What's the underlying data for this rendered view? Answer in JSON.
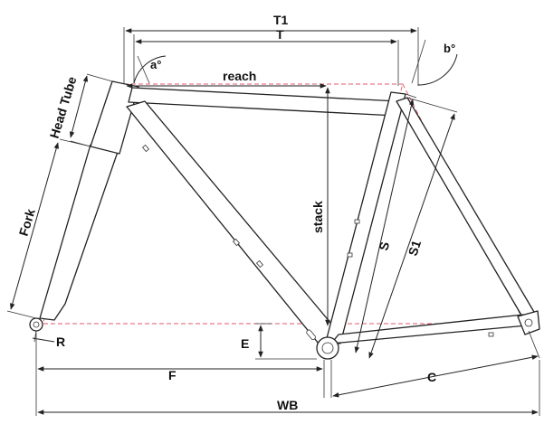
{
  "labels": {
    "t1": "T1",
    "t": "T",
    "a_angle": "a°",
    "b_angle": "b°",
    "reach": "reach",
    "head_tube": "Head Tube",
    "fork": "Fork",
    "stack": "stack",
    "s": "S",
    "s1": "S1",
    "e": "E",
    "r": "R",
    "f": "F",
    "c": "C",
    "wb": "WB"
  },
  "colors": {
    "line": "#222222",
    "geometry": "#e05a6a",
    "background": "#ffffff"
  }
}
